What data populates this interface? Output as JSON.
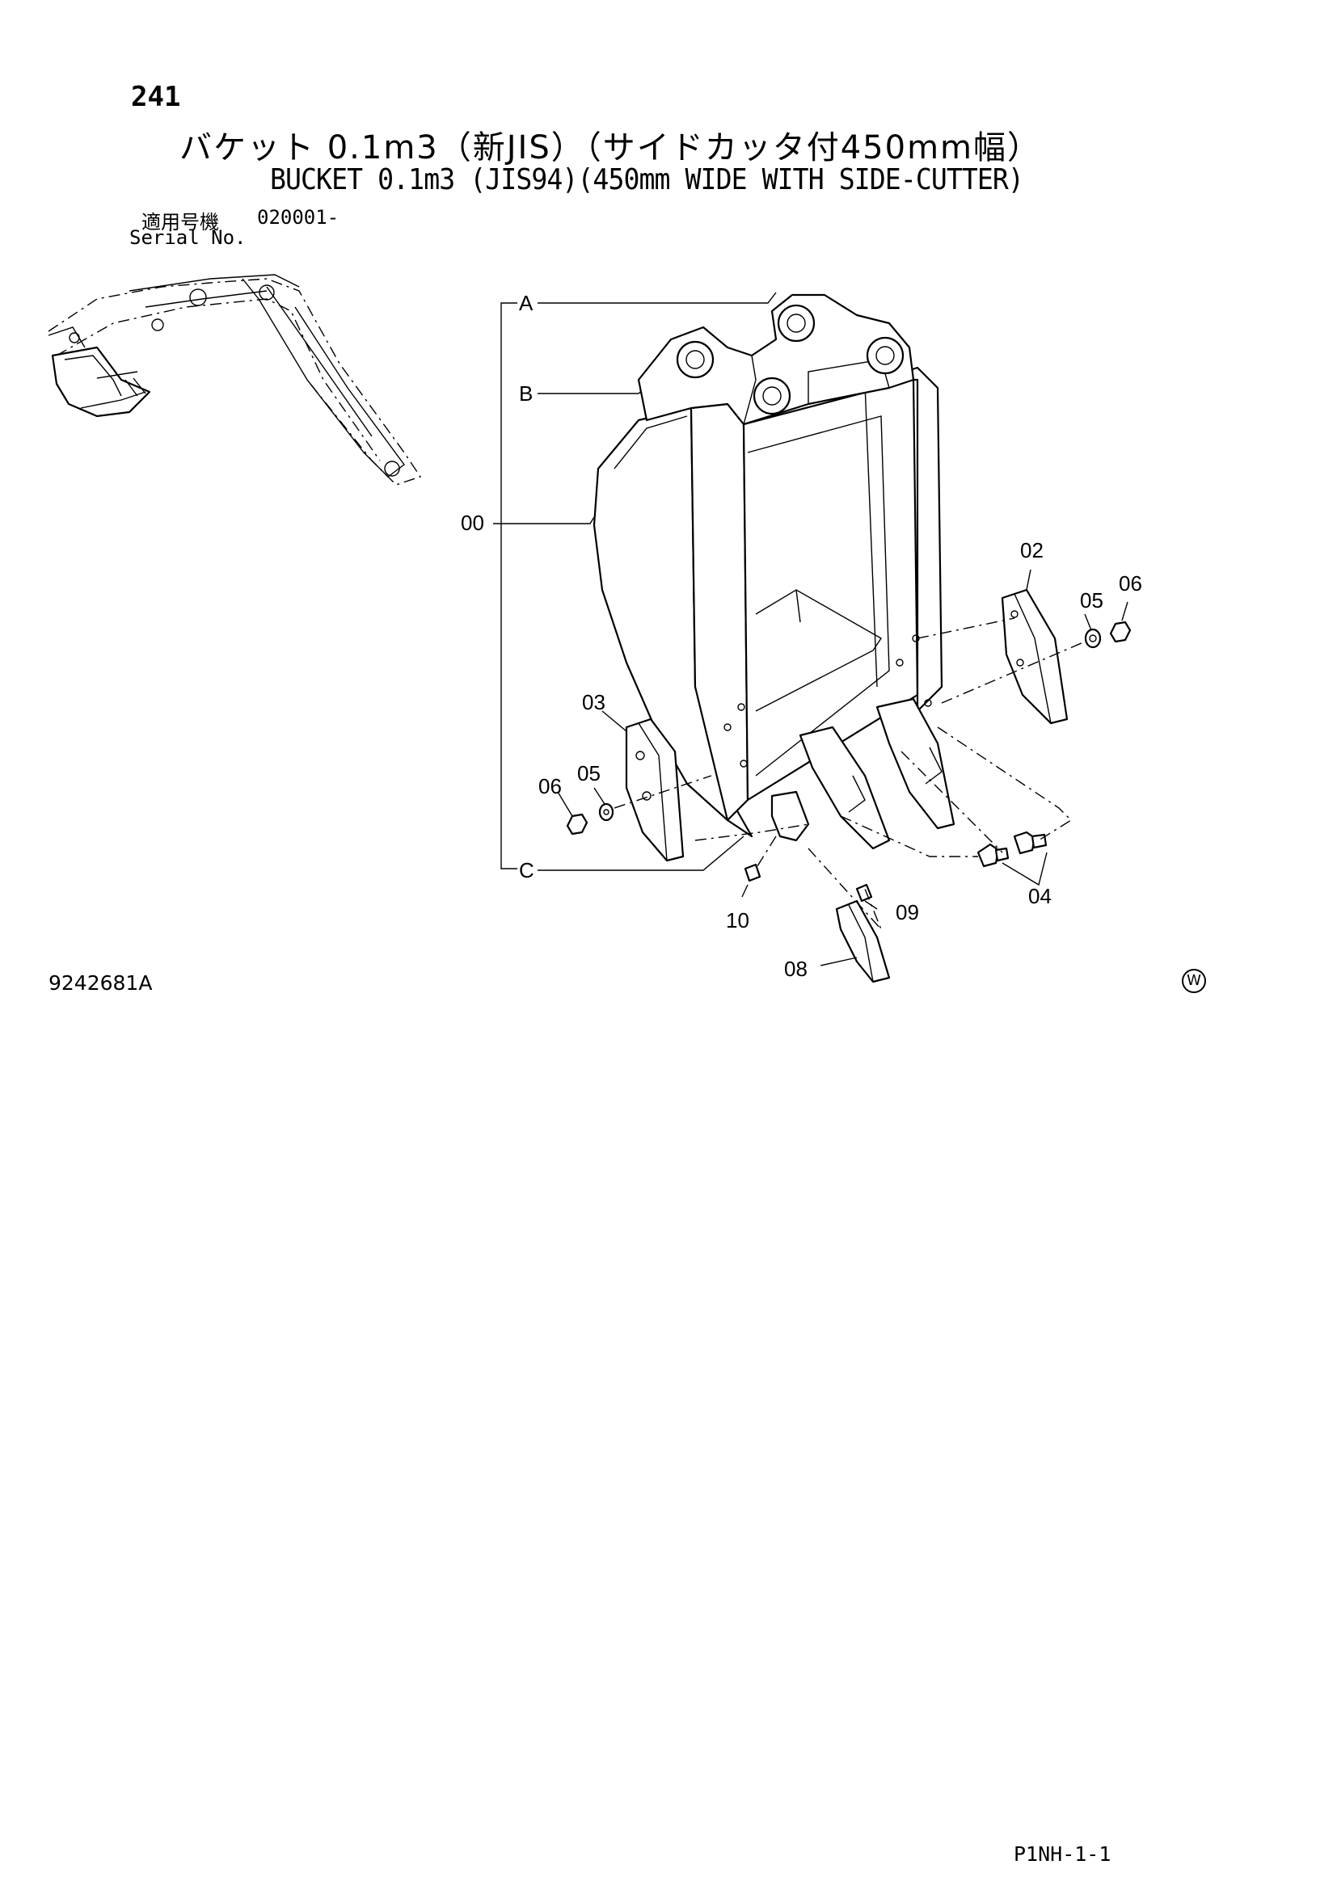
{
  "header": {
    "page_number": "241",
    "title_ja": "バケット 0.1m3（新JIS）（サイドカッタ付450mm幅）",
    "title_en": "BUCKET 0.1m3 (JIS94)(450mm WIDE WITH SIDE-CUTTER)",
    "serial_label_ja": "適用号機",
    "serial_value": "020001-",
    "serial_label_en": "Serial No."
  },
  "callouts": {
    "A": "A",
    "B": "B",
    "C": "C",
    "p00": "00",
    "p02": "02",
    "p03": "03",
    "p04": "04",
    "p05_right": "05",
    "p06_right": "06",
    "p05_left": "05",
    "p06_left": "06",
    "p08": "08",
    "p09": "09",
    "p10": "10"
  },
  "footer": {
    "drawing_number": "9242681A",
    "manufacturer_mark": "W",
    "page_code": "P1NH-1-1"
  }
}
